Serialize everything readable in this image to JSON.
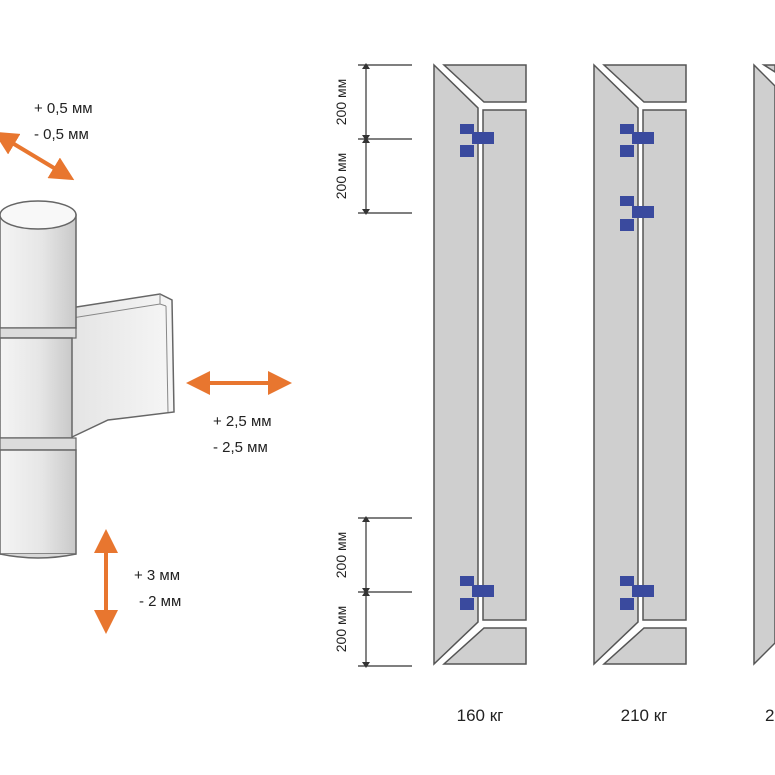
{
  "adjustments": {
    "depth": {
      "plus": "+ 0,5 мм",
      "minus": "- 0,5 мм"
    },
    "lateral": {
      "plus": "+ 2,5 мм",
      "minus": "- 2,5 мм"
    },
    "vertical": {
      "plus": "+ 3 мм",
      "minus": "- 2 мм"
    }
  },
  "dimensions": {
    "top_upper": "200 мм",
    "top_lower": "200 мм",
    "bottom_upper": "200 мм",
    "bottom_lower": "200 мм"
  },
  "door_variants": [
    {
      "weight": "160 кг"
    },
    {
      "weight": "210 кг"
    },
    {
      "weight": "2"
    }
  ],
  "colors": {
    "arrow": "#e8762f",
    "hinge_marker": "#3a4a9e",
    "frame": "#cfcfcf",
    "outline": "#555555"
  }
}
